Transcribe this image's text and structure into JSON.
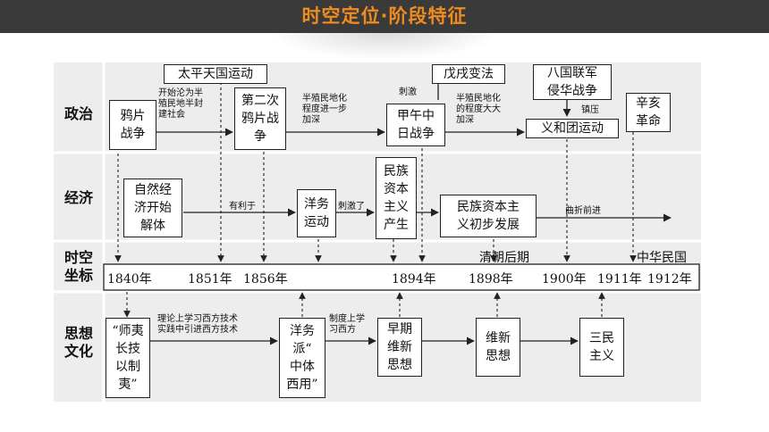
{
  "header": {
    "title": "时空定位·阶段特征"
  },
  "rows": {
    "politics": "政治",
    "economy": "经济",
    "coordinate": "时空\n坐标",
    "thought": "思想\n文化"
  },
  "politics": {
    "opium_war": "鸦片\n战争",
    "taiping": "太平天国运动",
    "second_opium_war": "第二次\n鸦片战\n争",
    "sino_japanese_war": "甲午中\n日战争",
    "reform_1898": "戊戌变法",
    "eight_nation": "八国联军\n侵华战争",
    "boxer": "义和团运动",
    "xinhai": "辛亥\n革命",
    "note_semi_feudal": "开始沦为半\n殖民地半封\n建社会",
    "note_deepened": "半殖民地化\n程度进一步\n加深",
    "note_stimulate": "刺激",
    "note_greatly": "半殖民地化\n的程度大大\n加深",
    "note_suppress": "镇压"
  },
  "economy": {
    "natural_economy": "自然经\n济开始\n解体",
    "westernization": "洋务\n运动",
    "national_capitalism": "民族\n资本\n主义\n产生",
    "national_capital_dev": "民族资本主\n义初步发展",
    "note_beneficial": "有利于",
    "note_stimulated": "刺激了",
    "note_tortuous": "曲折前进"
  },
  "timeline": {
    "late_qing": "清朝后期",
    "roc": "中华民国",
    "years": [
      "1840年",
      "1851年",
      "1856年",
      "1894年",
      "1898年",
      "1900年",
      "1911年",
      "1912年"
    ]
  },
  "thought": {
    "learn_barbarians": "“师夷\n长技\n以制\n夷”",
    "westernization_school": "洋务\n派“\n中体\n西用”",
    "early_reform": "早期\n维新\n思想",
    "reform_thought": "维新\n思想",
    "three_principles": "三民\n主义",
    "note_theory": "理论上学习西方技术\n实践中引进西方技术",
    "note_system": "制度上学\n习西方"
  }
}
